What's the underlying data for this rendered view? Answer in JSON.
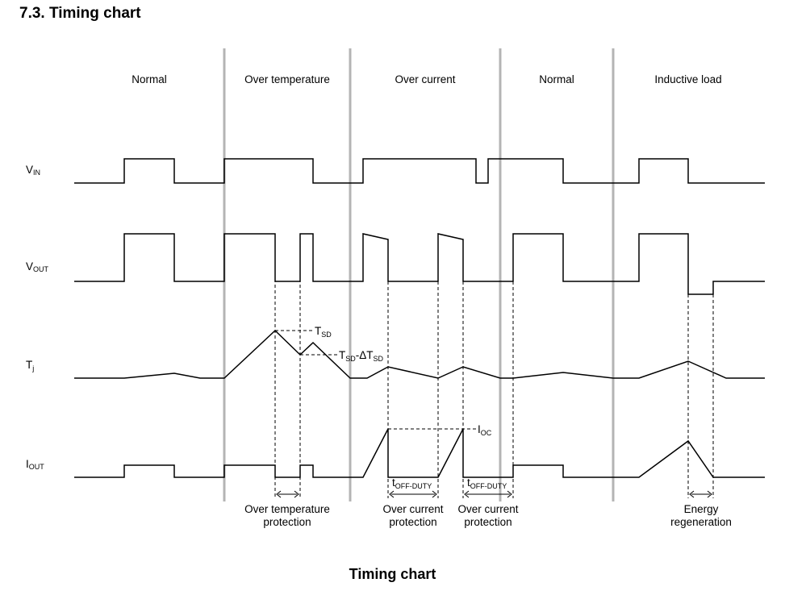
{
  "heading": "7.3. Timing chart",
  "caption": "Timing chart",
  "phases": [
    "Normal",
    "Over temperature",
    "Over current",
    "Normal",
    "Inductive load"
  ],
  "signals": {
    "vin": {
      "main": "V",
      "sub": "IN"
    },
    "vout": {
      "main": "V",
      "sub": "OUT"
    },
    "tj": {
      "main": "T",
      "sub": "j"
    },
    "iout": {
      "main": "I",
      "sub": "OUT"
    }
  },
  "markers": {
    "tsd": {
      "main": "T",
      "sub": "SD"
    },
    "tsd_minus": {
      "main1": "T",
      "sub1": "SD",
      "mid": "-ΔT",
      "sub2": "SD"
    },
    "ioc": {
      "main": "I",
      "sub": "OC"
    },
    "toff_a": {
      "main": "t",
      "sub": "OFF-DUTY"
    },
    "toff_b": {
      "main": "t",
      "sub": "OFF-DUTY"
    }
  },
  "notes": {
    "ot": [
      "Over temperature",
      "protection"
    ],
    "oc1": [
      "Over current",
      "protection"
    ],
    "oc2": [
      "Over current",
      "protection"
    ],
    "energy": [
      "Energy",
      "regeneration"
    ]
  }
}
